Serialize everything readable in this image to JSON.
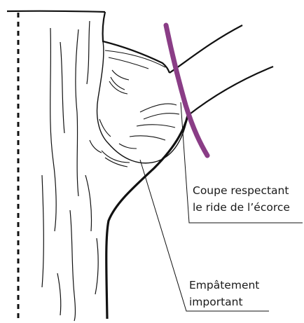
{
  "annotations": {
    "cut": {
      "line1": "Coupe respectant",
      "line2": "le ride de l’écorce"
    },
    "flare": {
      "line1": "Empâtement",
      "line2": "important"
    }
  },
  "colors": {
    "ink": "#111111",
    "cut_line": "#8a3d86",
    "background": "#ffffff"
  }
}
